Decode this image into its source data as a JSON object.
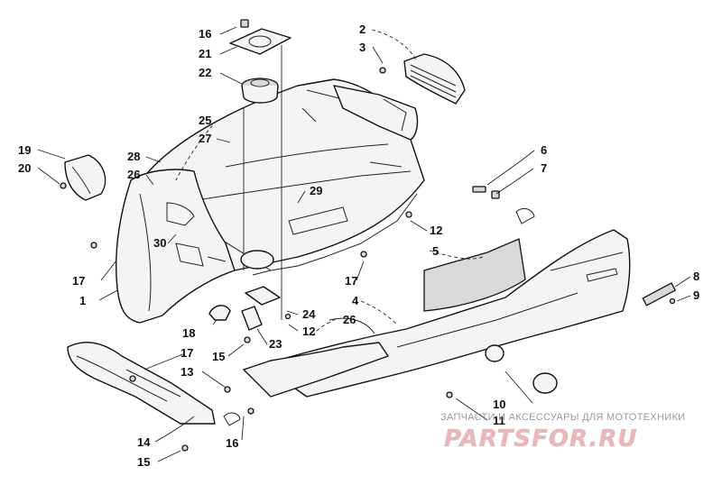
{
  "callouts": {
    "c16a": "16",
    "c21": "21",
    "c22": "22",
    "c2": "2",
    "c3": "3",
    "c25": "25",
    "c27": "27",
    "c19": "19",
    "c20": "20",
    "c28": "28",
    "c26a": "26",
    "c6": "6",
    "c7": "7",
    "c29": "29",
    "c12a": "12",
    "c30": "30",
    "c5": "5",
    "c17a": "17",
    "c1": "1",
    "c17b": "17",
    "c4": "4",
    "c8": "8",
    "c9": "9",
    "c24": "24",
    "c12b": "12",
    "c26b": "26",
    "c18": "18",
    "c23": "23",
    "c17c": "17",
    "c15a": "15",
    "c13": "13",
    "c10": "10",
    "c11": "11",
    "c14": "14",
    "c16b": "16",
    "c15b": "15"
  },
  "watermark": {
    "tagline": "ЗАПЧАСТИ И АКСЕССУАРЫ ДЛЯ МОТОТЕХНИКИ",
    "brand": "PARTSFOR.RU"
  }
}
